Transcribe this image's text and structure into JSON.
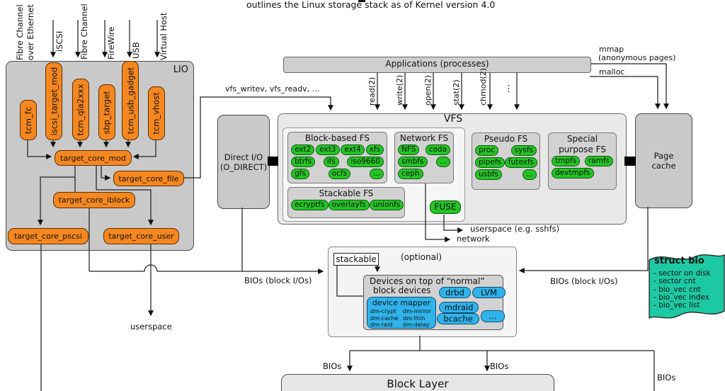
{
  "header": {
    "title": "outlines the Linux storage stack as of Kernel version 4.0"
  },
  "protocols": {
    "fcoe1": "Fibre Channel",
    "fcoe2": "over Ethernet",
    "iscsi": "iSCSI",
    "fibre_channel": "Fibre Channel",
    "firewire": "FireWire",
    "usb": "USB",
    "virtual_host": "Virtual Host"
  },
  "lio": {
    "label": "LIO",
    "tcm_fc": "tcm_fc",
    "iscsi_target_mod": "iscsi_target_mod",
    "tcm_qla2xxx": "tcm_qla2xxx",
    "sbp_target": "sbp_target",
    "tcm_usb_gadget": "tcm_usb_gadget",
    "tcm_vhost": "tcm_vhost",
    "target_core_mod": "target_core_mod",
    "target_core_file": "target_core_file",
    "target_core_iblock": "target_core_iblock",
    "target_core_pscsi": "target_core_pscsi",
    "target_core_user": "target_core_user"
  },
  "applications": {
    "label": "Applications (processes)"
  },
  "calls": {
    "vfs_calls": "vfs_writev, vfs_readv, ...",
    "syscalls": [
      "read(2)",
      "write(2)",
      "open(2)",
      "stat(2)",
      "chmod(2)"
    ],
    "more": "⋮"
  },
  "memory": {
    "mmap": "mmap",
    "anonymous": "(anonymous pages)",
    "malloc": "malloc"
  },
  "vfs": {
    "label": "VFS",
    "block_based": {
      "title": "Block-based FS",
      "items": [
        "ext2",
        "ext3",
        "ext4",
        "xfs",
        "btrfs",
        "ifs",
        "iso9660",
        "gfs",
        "ocfs",
        "..."
      ]
    },
    "network_fs": {
      "title": "Network FS",
      "items": [
        "NFS",
        "coda",
        "smbfs",
        "...",
        "ceph"
      ]
    },
    "stackable_fs": {
      "title": "Stackable FS",
      "items": [
        "ecryptfs",
        "overlayfs",
        "unionfs"
      ]
    },
    "pseudo_fs": {
      "title": "Pseudo FS",
      "items": [
        "proc",
        "sysfs",
        "pipefs",
        "futexfs",
        "usbfs",
        "..."
      ]
    },
    "special_fs": {
      "title1": "Special",
      "title2": "purpose FS",
      "items": [
        "tmpfs",
        "ramfs",
        "devtmpfs"
      ]
    },
    "fuse": "FUSE"
  },
  "direct_io": {
    "line1": "Direct I/O",
    "line2": "(O_DIRECT)"
  },
  "page_cache": {
    "line1": "Page",
    "line2": "cache"
  },
  "flow": {
    "userspace_sshfs": "userspace (e.g. sshfs)",
    "network": "network",
    "userspace": "userspace",
    "bios_left": "BIOs (block I/Os)",
    "bios_right": "BIOs (block I/Os)",
    "bios1": "BIOs",
    "bios2": "BIOs",
    "bios3": "BIOs"
  },
  "optional": {
    "stackable": "stackable",
    "optional": "(optional)",
    "devices_title1": "Devices on top of “normal”",
    "devices_title2": "block devices",
    "drbd": "drbd",
    "lvm": "LVM",
    "mdraid": "mdraid",
    "bcache": "bcache",
    "more": "...",
    "device_mapper": {
      "title": "device mapper",
      "items": [
        "dm-crypt",
        "dm-mirror",
        "dm-cache",
        "dm-thin",
        "dm-raid",
        "dm-delay"
      ]
    }
  },
  "struct_bio": {
    "title": "struct bio",
    "fields": [
      "- sector on disk",
      "- sector cnt",
      "- bio_vec cnt",
      "- bio_vec index",
      "- bio_vec list"
    ]
  },
  "block_layer": {
    "label": "Block Layer"
  },
  "colors": {
    "orange": "#F6871F",
    "green": "#24C424",
    "blue": "#2FB3EA",
    "teal": "#1DC9A2"
  }
}
